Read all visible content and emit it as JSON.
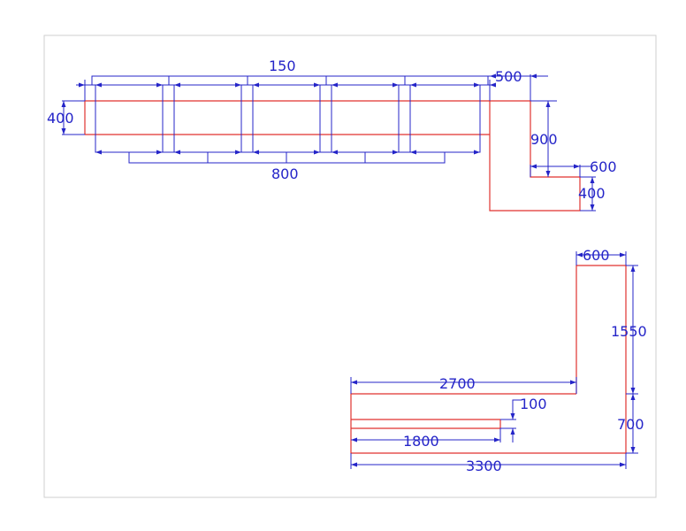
{
  "theme": {
    "outline_color": "#e0322f",
    "dimension_color": "#2424c8",
    "frame_color": "#cfcfcf"
  },
  "top_view": {
    "dim_spacing": "150",
    "dim_height_left": "400",
    "dim_module_width": "800",
    "dim_gap_right": "500",
    "dim_leg_height": "900",
    "dim_leg_width": "600",
    "dim_leg_bottom": "400"
  },
  "bottom_view": {
    "dim_top_width": "600",
    "dim_vertical_tall": "1550",
    "dim_upper_length": "2700",
    "dim_step": "100",
    "dim_inner_length": "1800",
    "dim_base_height": "700",
    "dim_total_length": "3300"
  }
}
